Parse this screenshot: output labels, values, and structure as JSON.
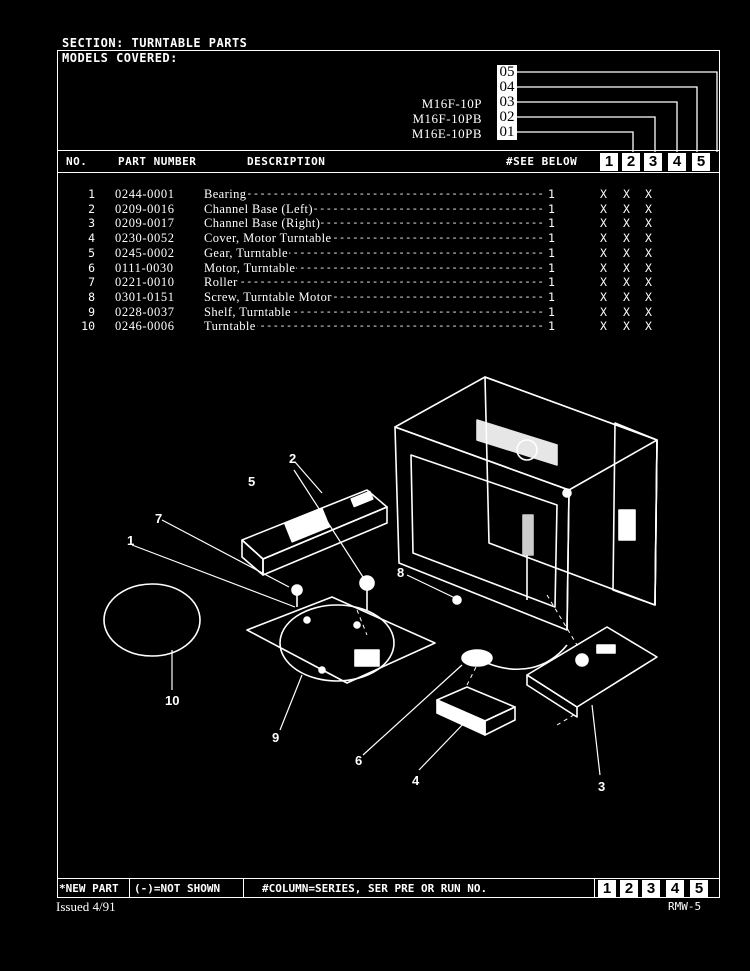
{
  "section_title": "SECTION: TURNTABLE PARTS",
  "models_covered_label": "MODELS COVERED:",
  "model_codes": [
    "05",
    "04",
    "03",
    "02",
    "01"
  ],
  "models": [
    {
      "code": "03",
      "name": "M16F-10P"
    },
    {
      "code": "02",
      "name": "M16F-10PB"
    },
    {
      "code": "01",
      "name": "M16E-10PB"
    }
  ],
  "table_header": {
    "no": "NO.",
    "part_number": "PART NUMBER",
    "description": "DESCRIPTION",
    "see_below": "#SEE BELOW",
    "columns": [
      "1",
      "2",
      "3",
      "4",
      "5"
    ]
  },
  "parts": [
    {
      "no": "1",
      "part_number": "0244-0001",
      "description": "Bearing",
      "qty": "1",
      "marks": [
        "X",
        "X",
        "X"
      ]
    },
    {
      "no": "2",
      "part_number": "0209-0016",
      "description": "Channel Base (Left)",
      "qty": "1",
      "marks": [
        "X",
        "X",
        "X"
      ]
    },
    {
      "no": "3",
      "part_number": "0209-0017",
      "description": "Channel Base (Right)",
      "qty": "1",
      "marks": [
        "X",
        "X",
        "X"
      ]
    },
    {
      "no": "4",
      "part_number": "0230-0052",
      "description": "Cover, Motor Turntable",
      "qty": "1",
      "marks": [
        "X",
        "X",
        "X"
      ]
    },
    {
      "no": "5",
      "part_number": "0245-0002",
      "description": "Gear, Turntable",
      "qty": "1",
      "marks": [
        "X",
        "X",
        "X"
      ]
    },
    {
      "no": "6",
      "part_number": "0111-0030",
      "description": "Motor, Turntable",
      "qty": "1",
      "marks": [
        "X",
        "X",
        "X"
      ]
    },
    {
      "no": "7",
      "part_number": "0221-0010",
      "description": "Roller",
      "qty": "1",
      "marks": [
        "X",
        "X",
        "X"
      ]
    },
    {
      "no": "8",
      "part_number": "0301-0151",
      "description": "Screw, Turntable Motor",
      "qty": "1",
      "marks": [
        "X",
        "X",
        "X"
      ]
    },
    {
      "no": "9",
      "part_number": "0228-0037",
      "description": "Shelf, Turntable",
      "qty": "1",
      "marks": [
        "X",
        "X",
        "X"
      ]
    },
    {
      "no": "10",
      "part_number": "0246-0006",
      "description": "Turntable",
      "qty": "1",
      "marks": [
        "X",
        "X",
        "X"
      ]
    }
  ],
  "diagram_callouts": [
    "1",
    "2",
    "3",
    "4",
    "5",
    "6",
    "7",
    "8",
    "9",
    "10"
  ],
  "footer": {
    "new_part": "*NEW PART",
    "not_shown": "(-)=NOT SHOWN",
    "column_note": "#COLUMN=SERIES, SER PRE OR RUN NO.",
    "columns": [
      "1",
      "2",
      "3",
      "4",
      "5"
    ],
    "issued": "Issued 4/91",
    "page_ref": "RMW-5"
  }
}
